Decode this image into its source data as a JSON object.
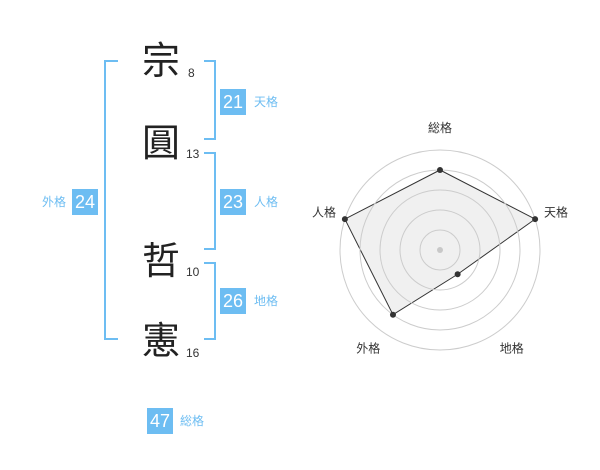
{
  "name": {
    "chars": [
      {
        "char": "宗",
        "strokes": "8"
      },
      {
        "char": "圓",
        "strokes": "13"
      },
      {
        "char": "哲",
        "strokes": "10"
      },
      {
        "char": "憲",
        "strokes": "16"
      }
    ]
  },
  "fortunes": {
    "ten": {
      "value": "21",
      "label": "天格"
    },
    "jin": {
      "value": "23",
      "label": "人格"
    },
    "chi": {
      "value": "26",
      "label": "地格"
    },
    "gai": {
      "value": "24",
      "label": "外格"
    },
    "sou": {
      "value": "47",
      "label": "総格"
    }
  },
  "colors": {
    "accent": "#6dbdf2",
    "polygon_fill": "#f0f0f0",
    "ring": "#cccccc"
  },
  "chart_data": {
    "type": "radar",
    "axes": [
      "総格",
      "天格",
      "地格",
      "外格",
      "人格"
    ],
    "values": [
      4,
      5,
      1.5,
      4,
      5
    ],
    "max": 5,
    "rings": 5
  }
}
